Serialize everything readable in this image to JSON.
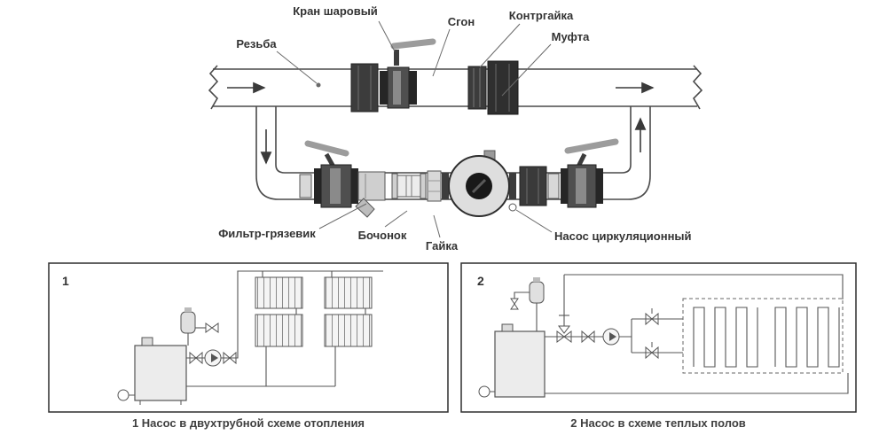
{
  "colors": {
    "line": "#4a4a4a",
    "dark_fitting": "#3c3c3c",
    "handle_gray": "#9c9c9c",
    "pump_core": "#191919",
    "label_text": "#333333",
    "background": "#ffffff"
  },
  "main_diagram": {
    "labels": {
      "ball_valve": "Кран шаровый",
      "union_nipple": "Сгон",
      "locknut": "Контргайка",
      "coupling": "Муфта",
      "thread": "Резьба",
      "strainer": "Фильтр-грязевик",
      "barrel_nipple": "Бочонок",
      "nut": "Гайка",
      "circulation_pump": "Насос циркуляционный"
    }
  },
  "schemes": [
    {
      "number": "1",
      "caption": "1 Насос в двухтрубной схеме отопления"
    },
    {
      "number": "2",
      "caption": "2 Насос в схеме теплых полов"
    }
  ]
}
